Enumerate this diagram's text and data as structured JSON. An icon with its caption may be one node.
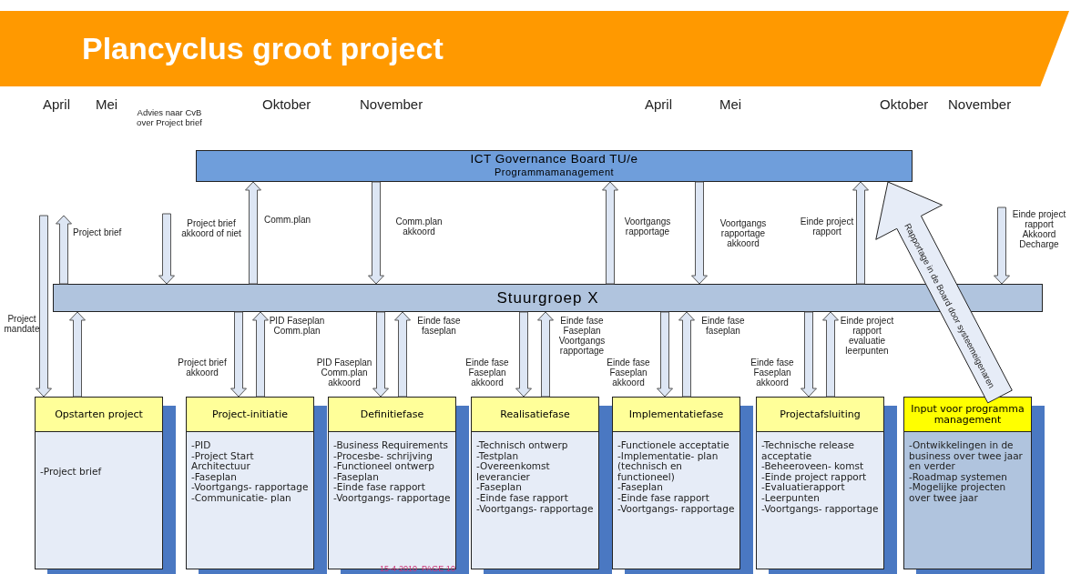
{
  "diagram": {
    "title": "Plancyclus groot project",
    "nodes": [
      {
        "text": [
          "ICT Governance Board TU/e",
          "Programmamanagement"
        ]
      },
      {
        "text": [
          "Stuurgroep X"
        ]
      },
      {
        "text": [
          "Opstarten project",
          "-Project brief"
        ]
      },
      {
        "text": [
          "Project-initiatie",
          "-PID",
          "-Project Start Architectuur",
          "-Faseplan",
          "-Voortgangs- rapportage",
          "-Communicatie- plan"
        ]
      },
      {
        "text": [
          "Definitiefase",
          "-Business Requirements",
          "-Procesbe- schrijving",
          "-Functioneel ontwerp",
          "-Faseplan",
          "-Einde fase rapport",
          "-Voortgangs- rapportage"
        ]
      },
      {
        "text": [
          "Realisatiefase",
          "-Technisch ontwerp",
          "-Testplan",
          "-Overeenkomst leverancier",
          "-Faseplan",
          "-Einde fase rapport",
          "-Voortgangs- rapportage"
        ]
      },
      {
        "text": [
          "Implementatiefase",
          "-Functionele acceptatie",
          "-Implementatie- plan (technisch en functioneel)",
          "-Faseplan",
          "-Einde fase rapport",
          "-Voortgangs- rapportage"
        ]
      },
      {
        "text": [
          "Projectafsluiting",
          "-Technische release acceptatie",
          "-Beheeroveen- komst",
          "-Einde project rapport",
          "-Evaluatierapport",
          "-Leerpunten",
          "-Voortgangs- rapportage"
        ]
      },
      {
        "text": [
          "Input voor programma management",
          "-Ontwikkelingen in de business over twee jaar en verder",
          "-Roadmap systemen",
          "-Mogelijke projecten over twee jaar"
        ]
      }
    ],
    "edges": [
      {
        "from": null,
        "to": 2,
        "arrow": "to",
        "label": "Project mandate"
      },
      {
        "from": 1,
        "to": null,
        "arrow": "to",
        "label": "Project brief"
      },
      {
        "from": null,
        "to": 1,
        "arrow": "to",
        "label": "Project brief akkoord of niet"
      },
      {
        "from": 1,
        "to": 0,
        "arrow": "to",
        "label": "Comm.plan"
      },
      {
        "from": 0,
        "to": 1,
        "arrow": "to",
        "label": "Comm.plan akkoord"
      },
      {
        "from": 1,
        "to": 0,
        "arrow": "to",
        "label": "Voortgangs rapportage"
      },
      {
        "from": 0,
        "to": 1,
        "arrow": "to",
        "label": "Voortgangs rapportage akkoord"
      },
      {
        "from": 1,
        "to": 0,
        "arrow": "to",
        "label": "Einde project rapport"
      },
      {
        "from": null,
        "to": 1,
        "arrow": "to",
        "label": "Einde project rapport Akkoord Decharge"
      },
      {
        "from": 2,
        "to": 1,
        "arrow": "to"
      },
      {
        "from": 1,
        "to": 3,
        "arrow": "to",
        "label": "Project brief akkoord"
      },
      {
        "from": 3,
        "to": 1,
        "arrow": "to",
        "label": "PID Faseplan Comm.plan"
      },
      {
        "from": 1,
        "to": 4,
        "arrow": "to",
        "label": "PID Faseplan Comm.plan akkoord"
      },
      {
        "from": 4,
        "to": 1,
        "arrow": "to",
        "label": "Einde fase faseplan"
      },
      {
        "from": 1,
        "to": 5,
        "arrow": "to",
        "label": "Einde fase Faseplan akkoord"
      },
      {
        "from": 5,
        "to": 1,
        "arrow": "to",
        "label": "Einde fase Faseplan Voortgangs rapportage"
      },
      {
        "from": 1,
        "to": 6,
        "arrow": "to",
        "label": "Einde fase Faseplan akkoord"
      },
      {
        "from": 6,
        "to": 1,
        "arrow": "to",
        "label": "Einde fase faseplan"
      },
      {
        "from": 1,
        "to": 7,
        "arrow": "to",
        "label": "Einde fase Faseplan akkoord"
      },
      {
        "from": 7,
        "to": 1,
        "arrow": "to",
        "label": "Einde project rapport evaluatie leerpunten"
      },
      {
        "from": 8,
        "to": 0,
        "arrow": "to",
        "label": "Rapportage in de Board door systeemeigenaren"
      }
    ],
    "labels": [
      "April",
      "Mei",
      "Advies naar CvB over Project brief",
      "Oktober",
      "November",
      "April",
      "Mei",
      "Oktober",
      "November",
      "15-4-2010  PAGE 10"
    ]
  }
}
